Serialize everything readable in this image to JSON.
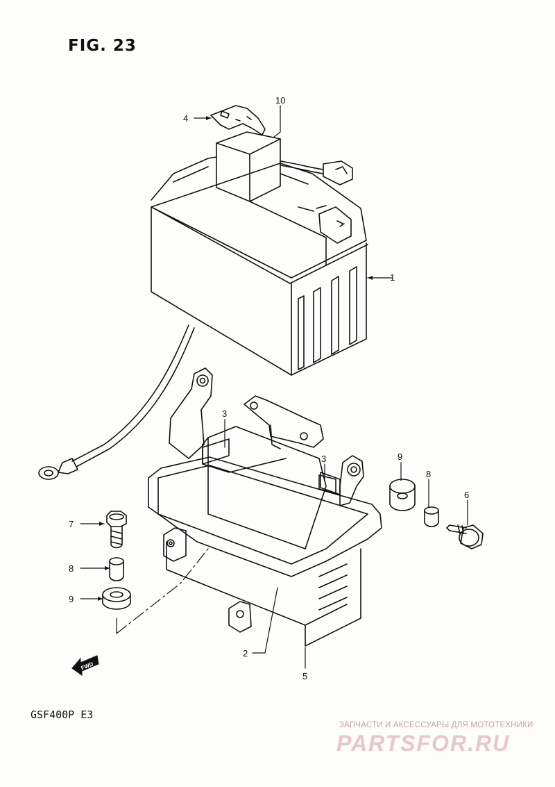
{
  "figure": {
    "title": "FIG. 23",
    "model": "GSF400P  E3",
    "fwd_label": "FWD"
  },
  "callouts": {
    "c1": "1",
    "c2": "2",
    "c3a": "3",
    "c3b": "3",
    "c4": "4",
    "c5": "5",
    "c6": "6",
    "c7": "7",
    "c8a": "8",
    "c8b": "8",
    "c9a": "9",
    "c9b": "9",
    "c10": "10"
  },
  "watermark": {
    "tagline": "ЗАПЧАСТИ И АКСЕССУАРЫ ДЛЯ МОТОТЕХНИКИ",
    "logo": "PARTSFOR.RU"
  }
}
